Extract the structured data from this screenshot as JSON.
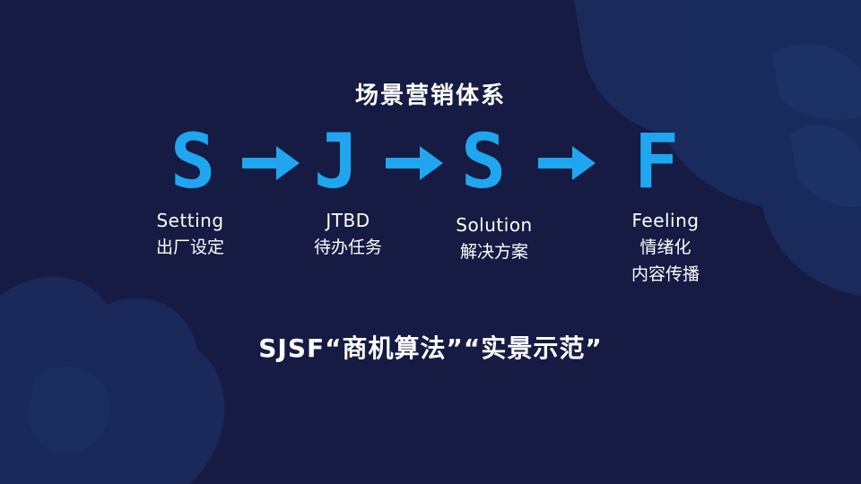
{
  "title": "场景营销体系",
  "letters": [
    "S",
    "J",
    "S",
    "F"
  ],
  "steps": [
    {
      "en": "Setting",
      "cn": [
        "出厂设定"
      ]
    },
    {
      "en": "JTBD",
      "cn": [
        "待办任务"
      ]
    },
    {
      "en": "Solution",
      "cn": [
        "解决方案"
      ]
    },
    {
      "en": "Feeling",
      "cn": [
        "情绪化",
        "内容传播"
      ]
    }
  ],
  "footer": "SJSF“商机算法”“实景示范”",
  "colors": {
    "background": "#161b44",
    "accent": "#1fa6ef",
    "text": "#ffffff",
    "decor": "#1e3a73"
  },
  "icons": [
    "arrow-right-icon",
    "leaf-decoration",
    "flower-decoration"
  ]
}
